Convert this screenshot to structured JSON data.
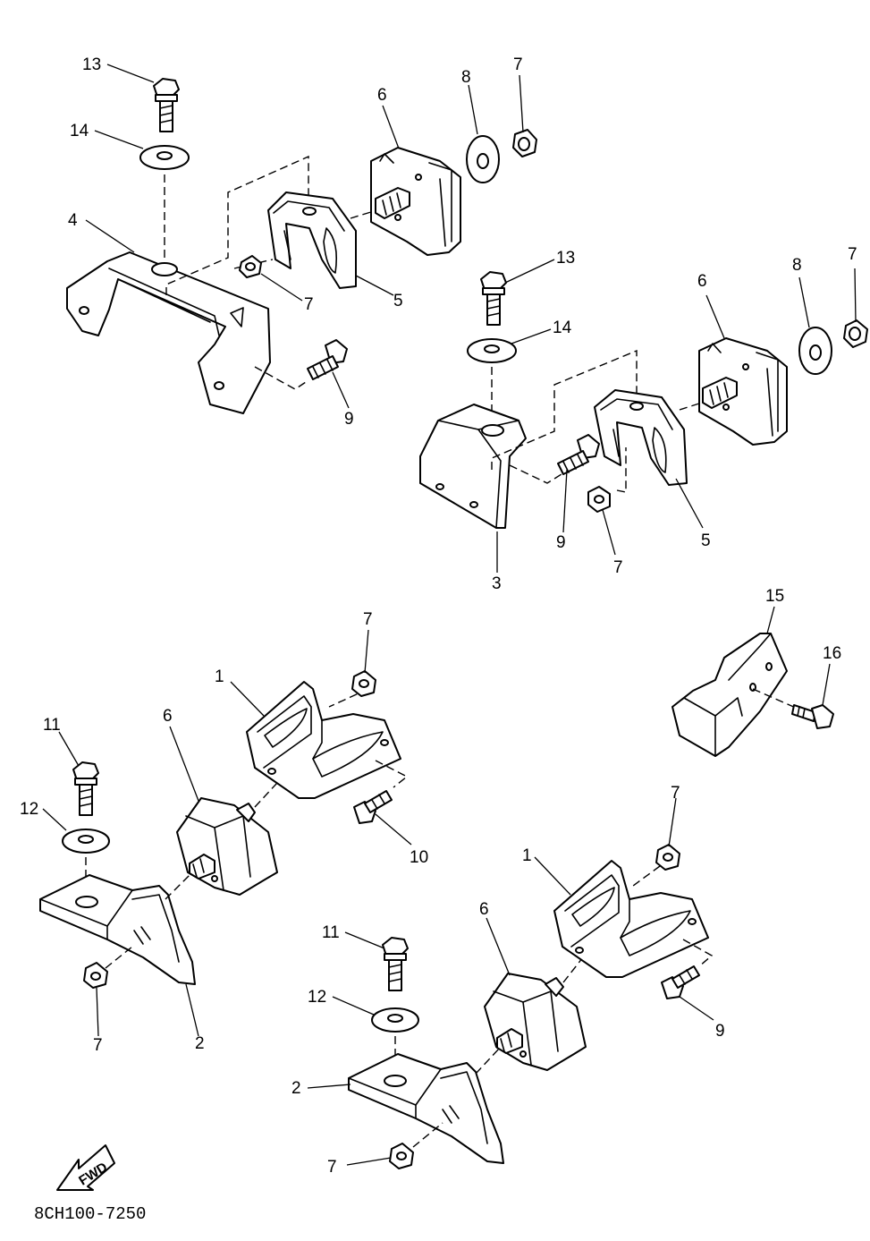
{
  "diagram": {
    "drawing_code": "8CH100-7250",
    "fwd_label": "FWD",
    "callouts": {
      "c13a": "13",
      "c14a": "14",
      "c4": "4",
      "c6a": "6",
      "c8a": "8",
      "c7a": "7",
      "c7b": "7",
      "c5a": "5",
      "c9a": "9",
      "c13b": "13",
      "c14b": "14",
      "c6b": "6",
      "c8b": "8",
      "c7c": "7",
      "c9b": "9",
      "c7d": "7",
      "c5b": "5",
      "c3": "3",
      "c15": "15",
      "c16": "16",
      "c7e": "7",
      "c1a": "1",
      "c6c": "6",
      "c11a": "11",
      "c12a": "12",
      "c10": "10",
      "c7f": "7",
      "c2a": "2",
      "c7g": "7",
      "c1b": "1",
      "c6d": "6",
      "c11b": "11",
      "c12b": "12",
      "c9c": "9",
      "c2b": "2",
      "c7h": "7"
    }
  }
}
